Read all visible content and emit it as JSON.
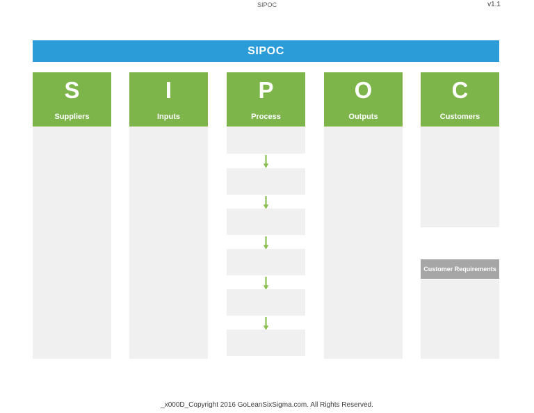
{
  "page_header": {
    "title": "SIPOC",
    "version": "v1.1"
  },
  "banner": {
    "title": "SIPOC",
    "color": "#2b9cd8"
  },
  "colors": {
    "banner_blue": "#2b9cd8",
    "header_green": "#7db54b",
    "body_gray": "#f0f0f0",
    "requirements_gray": "#a6a6a6",
    "arrow_green": "#8cbf52"
  },
  "columns": [
    {
      "letter": "S",
      "label": "Suppliers",
      "entries": []
    },
    {
      "letter": "I",
      "label": "Inputs",
      "entries": []
    },
    {
      "letter": "P",
      "label": "Process",
      "entries": []
    },
    {
      "letter": "O",
      "label": "Outputs",
      "entries": []
    },
    {
      "letter": "C",
      "label": "Customers",
      "entries": []
    }
  ],
  "process_flow": {
    "step_count": 6,
    "arrow_count": 5,
    "steps": [
      "",
      "",
      "",
      "",
      "",
      ""
    ]
  },
  "customer_requirements": {
    "label": "Customer Requirements",
    "entries": []
  },
  "footer": {
    "copyright": "_x000D_Copyright 2016 GoLeanSixSigma.com. All Rights Reserved."
  }
}
